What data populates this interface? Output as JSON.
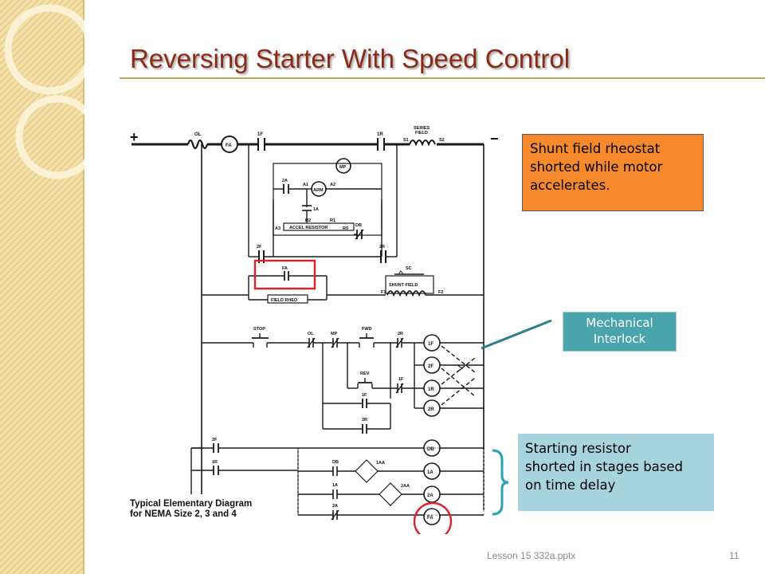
{
  "title": "Reversing Starter With Speed Control",
  "callouts": {
    "shunt_field": [
      "Shunt field rheostat",
      "shorted while motor",
      "accelerates."
    ],
    "interlock": [
      "Mechanical",
      "Interlock"
    ],
    "starting_resistor": [
      "Starting resistor",
      "shorted in stages based",
      "on time delay"
    ]
  },
  "diagram": {
    "caption": [
      "Typical Elementary Diagram",
      "for NEMA Size 2, 3 and 4"
    ],
    "labels": {
      "plus": "+",
      "minus": "−",
      "ol": "OL",
      "fa": "FA",
      "f1": "1F",
      "r1": "1R",
      "series_field": [
        "SERIES",
        "FIELD"
      ],
      "s1": "S1",
      "s2": "S2",
      "a2_cont": "2A",
      "mp": "MP",
      "arm": "ARM",
      "a1": "A1",
      "a2": "A2",
      "a1_cont": "1A",
      "accel_resistor": "ACCEL RESISTOR",
      "a3": "A3",
      "r2": "R2",
      "r1_res": "R1",
      "r0": "R0",
      "db": "DB",
      "f2_cont": "2F",
      "r2_cont": "2R",
      "fa_cont": "FA",
      "field_rheo": "FIELD RHEO",
      "sc": "SC",
      "shunt_field": "SHUNT FIELD",
      "sf1": "F1",
      "sf2": "F2",
      "stop": "STOP",
      "ol_ctl": "OL",
      "mp_ctl": "MP",
      "fwd": "FWD",
      "rev": "REV",
      "coil_1f": "1F",
      "coil_2f": "2F",
      "coil_1r": "1R",
      "coil_2r": "2R",
      "c_2r": "2R",
      "c_1f": "1F",
      "c_1f_seal": "1F",
      "c_2r_seal": "2R",
      "c_2f": "2F",
      "c_1r": "1R",
      "coil_db": "DB",
      "coil_1a": "1A",
      "coil_2a": "2A",
      "coil_fa": "FA",
      "td_1aa": "1AA",
      "td_2aa": "2AA",
      "c_db": "DB",
      "c_1a": "1A",
      "c_2a": "2A"
    }
  },
  "footer": {
    "file": "Lesson 15 332a.pptx",
    "page": "11"
  },
  "colors": {
    "title": "#8b2a17",
    "shunt_callout": "#f6892b",
    "interlock_callout": "#4aa4ab",
    "resistor_callout": "#a8d4e0",
    "highlight": "#e0202a",
    "leader": "#2d7f86"
  }
}
